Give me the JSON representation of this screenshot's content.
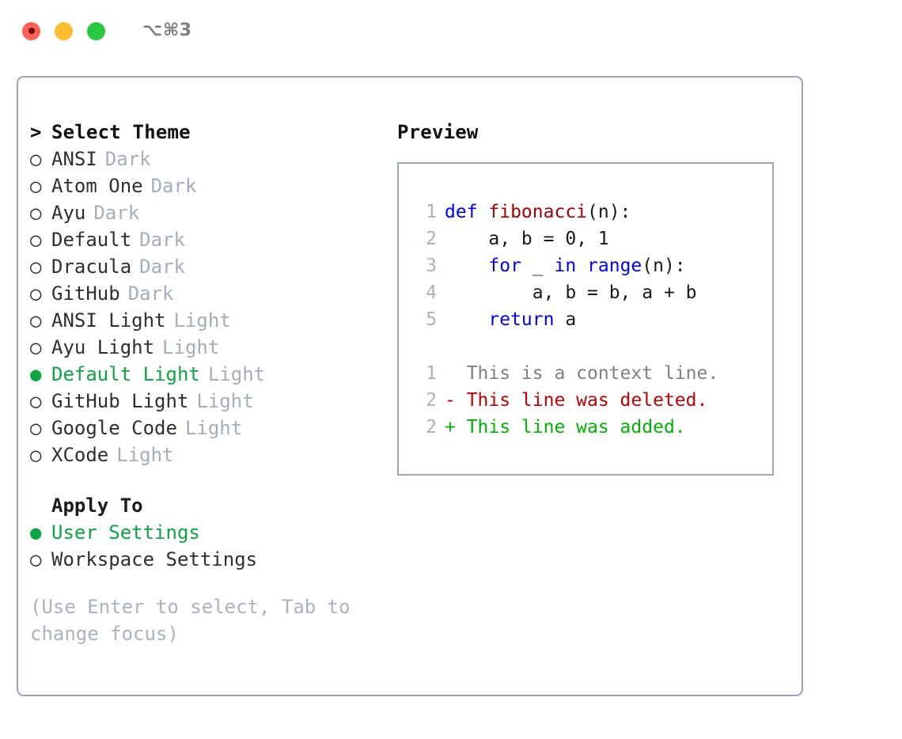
{
  "window": {
    "title": "⌥⌘3",
    "traffic_lights": [
      {
        "name": "close",
        "color": "#ff5f57"
      },
      {
        "name": "minimize",
        "color": "#febc2e"
      },
      {
        "name": "maximize",
        "color": "#28c840"
      }
    ]
  },
  "theme_panel": {
    "header_marker": ">",
    "header_label": "Select Theme",
    "selected_marker": "●",
    "unselected_marker": "○",
    "items": [
      {
        "marker": "○",
        "label": "ANSI",
        "tag": "Dark",
        "selected": false
      },
      {
        "marker": "○",
        "label": "Atom One",
        "tag": "Dark",
        "selected": false
      },
      {
        "marker": "○",
        "label": "Ayu",
        "tag": "Dark",
        "selected": false
      },
      {
        "marker": "○",
        "label": "Default",
        "tag": "Dark",
        "selected": false
      },
      {
        "marker": "○",
        "label": "Dracula",
        "tag": "Dark",
        "selected": false
      },
      {
        "marker": "○",
        "label": "GitHub",
        "tag": "Dark",
        "selected": false
      },
      {
        "marker": "○",
        "label": "ANSI Light",
        "tag": "Light",
        "selected": false
      },
      {
        "marker": "○",
        "label": "Ayu Light",
        "tag": "Light",
        "selected": false
      },
      {
        "marker": "●",
        "label": "Default Light",
        "tag": "Light",
        "selected": true
      },
      {
        "marker": "○",
        "label": "GitHub Light",
        "tag": "Light",
        "selected": false
      },
      {
        "marker": "○",
        "label": "Google Code",
        "tag": "Light",
        "selected": false
      },
      {
        "marker": "○",
        "label": "XCode",
        "tag": "Light",
        "selected": false
      }
    ]
  },
  "apply_to": {
    "header_label": "Apply To",
    "options": [
      {
        "marker": "●",
        "label": "User Settings",
        "selected": true
      },
      {
        "marker": "○",
        "label": "Workspace Settings",
        "selected": false
      }
    ]
  },
  "hint": "(Use Enter to select, Tab to change focus)",
  "preview": {
    "title": "Preview",
    "code_lines": [
      {
        "num": "1",
        "tokens": [
          {
            "t": "def ",
            "c": "kw"
          },
          {
            "t": "fibonacci",
            "c": "fn"
          },
          {
            "t": "(n):",
            "c": "pl"
          }
        ]
      },
      {
        "num": "2",
        "tokens": [
          {
            "t": "    a, b = 0, 1",
            "c": "pl"
          }
        ]
      },
      {
        "num": "3",
        "tokens": [
          {
            "t": "    ",
            "c": "pl"
          },
          {
            "t": "for",
            "c": "kw"
          },
          {
            "t": " _ ",
            "c": "pl"
          },
          {
            "t": "in range",
            "c": "kw"
          },
          {
            "t": "(n):",
            "c": "pl"
          }
        ]
      },
      {
        "num": "4",
        "tokens": [
          {
            "t": "        a, b = b, a + b",
            "c": "pl"
          }
        ]
      },
      {
        "num": "5",
        "tokens": [
          {
            "t": "    ",
            "c": "pl"
          },
          {
            "t": "return",
            "c": "kw"
          },
          {
            "t": " a",
            "c": "pl"
          }
        ]
      }
    ],
    "diff_lines": [
      {
        "num": "1",
        "text": "  This is a context line.",
        "kind": "ctx"
      },
      {
        "num": "2",
        "text": "- This line was deleted.",
        "kind": "del"
      },
      {
        "num": "2",
        "text": "+ This line was added.",
        "kind": "add"
      }
    ]
  },
  "colors": {
    "accent_green": "#0ba641",
    "dim_gray": "#a3adbd",
    "border": "#9aa5b8",
    "keyword_blue": "#0000ff",
    "function_red": "#a80000",
    "diff_delete": "#c00000",
    "diff_add": "#00b400",
    "context_gray": "#808080"
  }
}
